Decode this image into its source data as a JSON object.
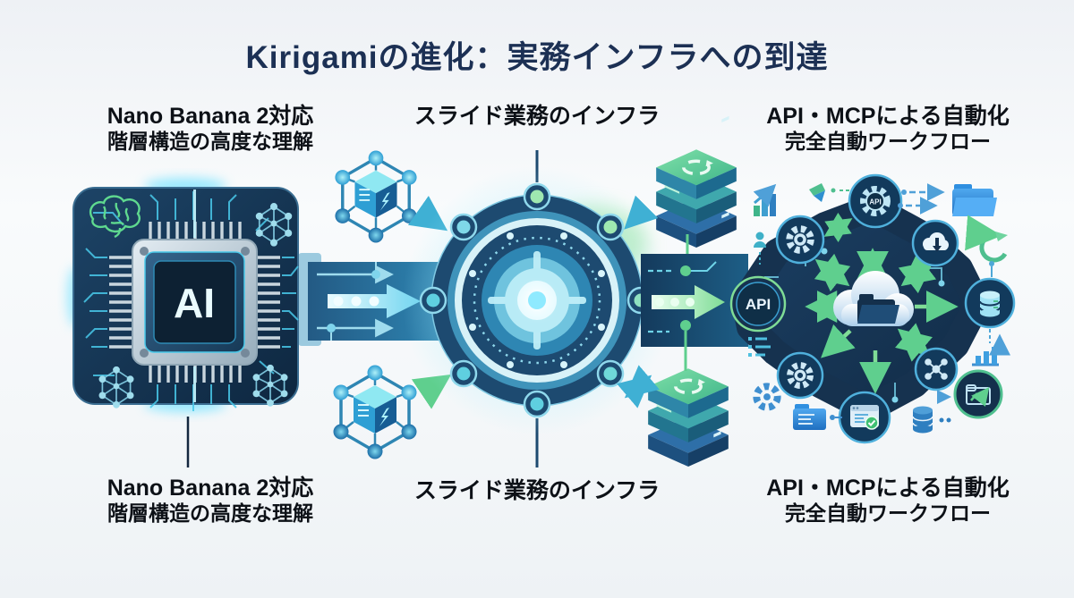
{
  "title": "Kirigamiの進化：実務インフラへの到達",
  "labels": {
    "model": {
      "line1": "Nano Banana 2対応",
      "line2": "階層構造の高度な理解"
    },
    "slides": {
      "line1": "スライド業務のインフラ"
    },
    "automation": {
      "line1": "API・MCPによる自動化",
      "line2": "完全自動ワークフロー"
    }
  },
  "graphics": {
    "chip_label": "AI",
    "api_node_label": "API",
    "api_gear_label": "API"
  },
  "icons": [
    "ai-chip",
    "brain-icon",
    "neural-mesh-icon",
    "cpu-core",
    "flow-arrow",
    "processing-hub",
    "hub-ring-node",
    "molecule-cube-icon",
    "server-stack-icon",
    "automation-network",
    "api-node",
    "api-gear-node",
    "gear-node",
    "cloud-folder-icon",
    "cloud-download-node",
    "database-node",
    "share-node",
    "browser-check-node",
    "growth-chart-icon",
    "paper-plane-icon",
    "folder-icon",
    "refresh-icon",
    "bar-chart-icon",
    "trend-chart-icon",
    "database-icon",
    "list-icon",
    "person-icon"
  ],
  "colors": {
    "background": "#f2f5f8",
    "title_text": "#1c3054",
    "label_text": "#0d1117",
    "navy": "#16324f",
    "deep_ring": "#1d4a70",
    "teal": "#2e86b3",
    "cyan": "#45c6e8",
    "light_cyan": "#d8f2f8",
    "green": "#5fcf8e",
    "light_green": "#8fe3a0",
    "metal": "#b9c8d3",
    "folder_blue": "#2f8fe0"
  }
}
